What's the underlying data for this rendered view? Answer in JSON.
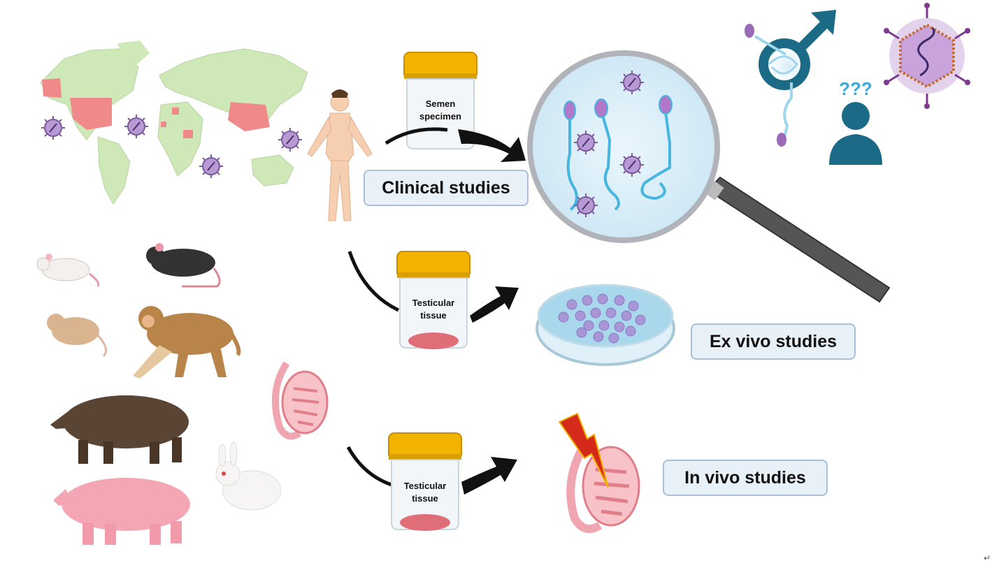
{
  "labels": {
    "clinical": "Clinical  studies",
    "ex_vivo": "Ex vivo studies",
    "in_vivo": "In vivo studies"
  },
  "jars": {
    "semen": [
      "Semen",
      "specimen"
    ],
    "testicular_1": [
      "Testicular",
      "tissue"
    ],
    "testicular_2": [
      "Testicular",
      "tissue"
    ]
  },
  "question_marks": "???",
  "corner_mark": "↵",
  "colors": {
    "jar_lid": "#f2b400",
    "label_fill": "#e8f0f8",
    "label_border": "#a9bfd6",
    "map_land": "#cfe8b8",
    "map_highlight": "#f08a8a",
    "virus": "#9a7ab8",
    "sperm": "#46b6e0",
    "person_icon": "#1b6b86",
    "petri_cells": "#a896d6",
    "lightning": "#d42a1a"
  },
  "icons": [
    "world-map",
    "human-figure",
    "specimen-jar",
    "magnifying-glass",
    "sperm-cell",
    "virus-particle",
    "male-symbol",
    "person-question-icon",
    "petri-dish",
    "lightning-bolt",
    "testis",
    "mouse",
    "rat",
    "hamster",
    "monkey",
    "boar",
    "pig",
    "rabbit"
  ]
}
